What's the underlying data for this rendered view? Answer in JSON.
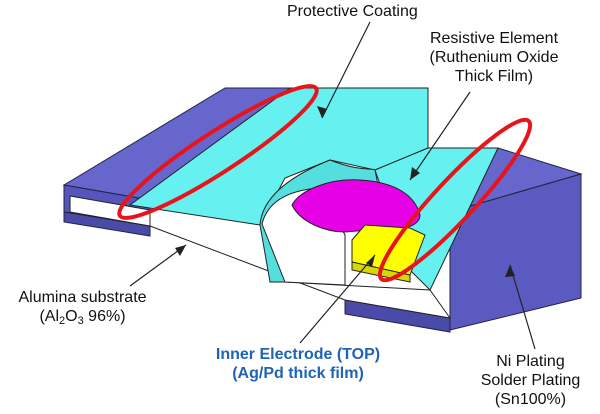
{
  "labels": {
    "protective_coating": "Protective Coating",
    "resistive_element": [
      "Resistive Element",
      "(Ruthenium Oxide",
      "Thick Film)"
    ],
    "alumina": {
      "line1": "Alumina substrate",
      "line2_prefix": "(Al",
      "sub1": "2",
      "line2_mid": "O",
      "sub2": "3",
      "line2_suffix": " 96%)"
    },
    "inner_electrode": [
      "Inner Electrode (TOP)",
      "(Ag/Pd thick film)"
    ],
    "plating": [
      "Ni Plating",
      "Solder Plating",
      "(Sn100%)"
    ]
  },
  "colors": {
    "plating_blue": "#6666cc",
    "plating_dark": "#3f3f99",
    "coating_cyan": "#66f0f0",
    "resistive_magenta": "#e600e6",
    "electrode_yellow": "#ffff00",
    "substrate_white": "#ffffff",
    "highlight_red": "#e8141c",
    "label_blue": "#1f63b5"
  }
}
